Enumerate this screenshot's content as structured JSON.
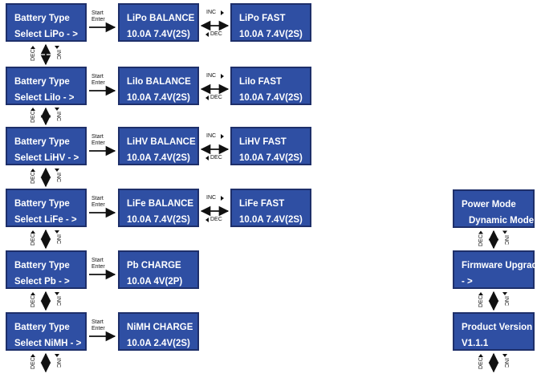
{
  "labels": {
    "start": "Start",
    "enter": "Enter",
    "inc": "INC",
    "dec": "DEC"
  },
  "colors": {
    "lcd_fill": "#2f4fa3",
    "lcd_border": "#1e2f6a",
    "lcd_text": "#ffffff",
    "arrow": "#111111"
  },
  "battery_rows": [
    {
      "select": [
        "Battery Type",
        "Select LiPo - >"
      ],
      "balance": [
        "LiPo BALANCE",
        "10.0A  7.4V(2S)"
      ],
      "fast": [
        "LiPo FAST",
        "10.0A  7.4V(2S)"
      ]
    },
    {
      "select": [
        "Battery Type",
        "Select LiIo - >"
      ],
      "balance": [
        "LiIo BALANCE",
        "10.0A  7.4V(2S)"
      ],
      "fast": [
        "LiIo FAST",
        "10.0A  7.4V(2S)"
      ]
    },
    {
      "select": [
        "Battery Type",
        "Select LiHV - >"
      ],
      "balance": [
        "LiHV BALANCE",
        "10.0A  7.4V(2S)"
      ],
      "fast": [
        "LiHV FAST",
        "10.0A  7.4V(2S)"
      ]
    },
    {
      "select": [
        "Battery Type",
        "Select LiFe - >"
      ],
      "balance": [
        "LiFe BALANCE",
        "10.0A  7.4V(2S)"
      ],
      "fast": [
        "LiFe FAST",
        "10.0A  7.4V(2S)"
      ]
    },
    {
      "select": [
        "Battery Type",
        "Select Pb - >"
      ],
      "balance": [
        "Pb CHARGE",
        "10.0A  4V(2P)"
      ]
    },
    {
      "select": [
        "Battery Type",
        "Select NiMH - >"
      ],
      "balance": [
        "NiMH CHARGE",
        "10.0A  2.4V(2S)"
      ]
    }
  ],
  "system_screens": [
    [
      "Power Mode",
      "Dynamic Mode"
    ],
    [
      "Firmware Upgrade",
      "- >"
    ],
    [
      "Product Version",
      "V1.1.1"
    ]
  ]
}
